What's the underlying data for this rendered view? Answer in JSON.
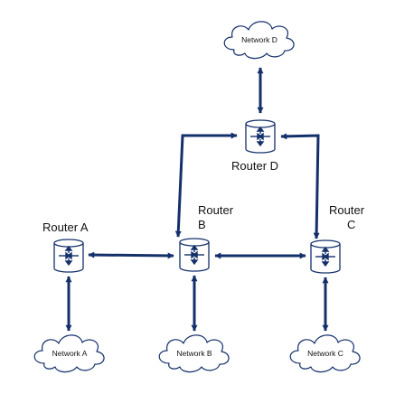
{
  "diagram": {
    "colors": {
      "link": "#14306b",
      "router_fill": "#ffffff",
      "router_stroke": "#14306b",
      "cloud_stroke": "#14306b"
    },
    "routers": {
      "a": {
        "label_lines": [
          "Router A"
        ],
        "icon": "router-icon"
      },
      "b": {
        "label_lines": [
          "Router",
          "B"
        ],
        "icon": "router-icon"
      },
      "c": {
        "label_lines": [
          "Router",
          "C"
        ],
        "icon": "router-icon"
      },
      "d": {
        "label_lines": [
          "Router D"
        ],
        "icon": "router-icon"
      }
    },
    "networks": {
      "a": {
        "label": "Network A",
        "icon": "cloud-icon"
      },
      "b": {
        "label": "Network B",
        "icon": "cloud-icon"
      },
      "c": {
        "label": "Network C",
        "icon": "cloud-icon"
      },
      "d": {
        "label": "Network D",
        "icon": "cloud-icon"
      }
    },
    "links": [
      {
        "from": "Router A",
        "to": "Router B",
        "arrows": "both"
      },
      {
        "from": "Router B",
        "to": "Router C",
        "arrows": "both"
      },
      {
        "from": "Router B",
        "to": "Router D",
        "arrows": "both"
      },
      {
        "from": "Router C",
        "to": "Router D",
        "arrows": "both"
      },
      {
        "from": "Router D",
        "to": "Network D",
        "arrows": "both"
      },
      {
        "from": "Router A",
        "to": "Network A",
        "arrows": "both"
      },
      {
        "from": "Router B",
        "to": "Network B",
        "arrows": "both"
      },
      {
        "from": "Router C",
        "to": "Network C",
        "arrows": "both"
      }
    ]
  }
}
